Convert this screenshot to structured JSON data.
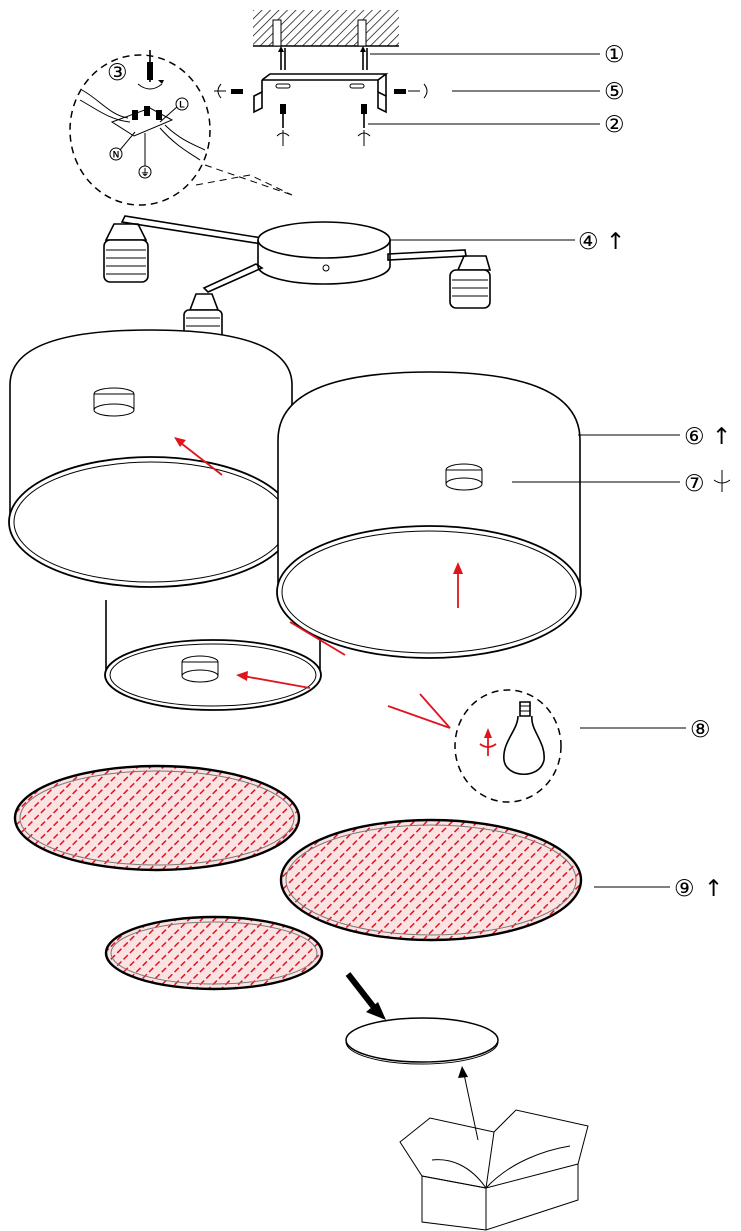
{
  "callouts": [
    {
      "id": "1",
      "text": "①",
      "suffix": ""
    },
    {
      "id": "2",
      "text": "②",
      "suffix": ""
    },
    {
      "id": "3",
      "text": "③",
      "suffix": ""
    },
    {
      "id": "4",
      "text": "④",
      "suffix": "↑"
    },
    {
      "id": "5",
      "text": "⑤",
      "suffix": ""
    },
    {
      "id": "6",
      "text": "⑥",
      "suffix": "↑"
    },
    {
      "id": "7",
      "text": "⑦",
      "suffix": ""
    },
    {
      "id": "8",
      "text": "⑧",
      "suffix": ""
    },
    {
      "id": "9",
      "text": "⑨",
      "suffix": "↑"
    }
  ],
  "wiring_terminals": {
    "live": "L",
    "neutral": "N",
    "earth": "⏚"
  },
  "colors": {
    "line": "#000000",
    "accent": "#e0141e",
    "hatch": "#e0141e"
  }
}
